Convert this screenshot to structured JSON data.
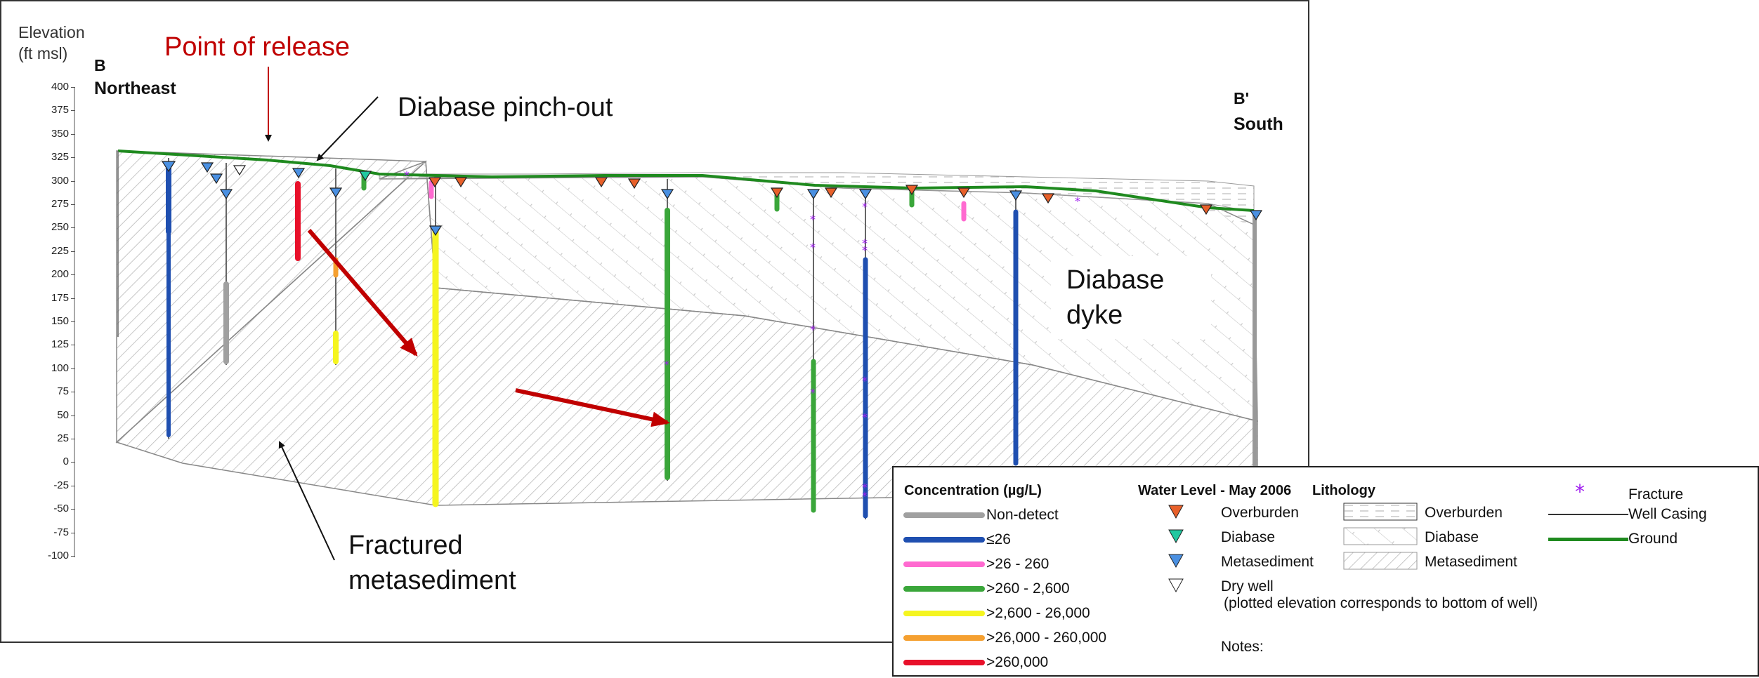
{
  "yaxis": {
    "title_line1": "Elevation",
    "title_line2": "(ft msl)",
    "ticks": [
      "400",
      "375",
      "350",
      "325",
      "300",
      "275",
      "250",
      "225",
      "200",
      "175",
      "150",
      "125",
      "100",
      "75",
      "50",
      "25",
      "0",
      "-25",
      "-50",
      "-75",
      "-100"
    ]
  },
  "section": {
    "left_letter": "B",
    "left_dir": "Northeast",
    "right_letter": "B'",
    "right_dir": "South"
  },
  "annotations": {
    "release": "Point of release",
    "pinchout": "Diabase pinch-out",
    "dyke_line1": "Diabase",
    "dyke_line2": "dyke",
    "fract_line1": "Fractured",
    "fract_line2": "metasediment"
  },
  "colors": {
    "ground": "#1f8a1f",
    "release": "#c00000",
    "nondetect": "#a0a0a0",
    "c26": "#1f4fb0",
    "c260": "#ff6ad0",
    "c2600": "#3aa63a",
    "c26000": "#f5f520",
    "c260000": "#f5a030",
    "cmax": "#e8102a",
    "wl_overburden": "#e8602a",
    "wl_diabase": "#20c8a0",
    "wl_meta": "#4a90e2",
    "fracture": "#a020f0"
  },
  "legend": {
    "conc": {
      "title": "Concentration (µg/L)",
      "items": [
        {
          "label": "Non-detect",
          "color": "#a0a0a0"
        },
        {
          "label": "≤26",
          "color": "#1f4fb0"
        },
        {
          "label": ">26 - 260",
          "color": "#ff6ad0"
        },
        {
          "label": ">260 - 2,600",
          "color": "#3aa63a"
        },
        {
          "label": ">2,600 - 26,000",
          "color": "#f5f520"
        },
        {
          "label": ">26,000 - 260,000",
          "color": "#f5a030"
        },
        {
          "label": ">260,000",
          "color": "#e8102a"
        }
      ]
    },
    "water": {
      "title": "Water Level - May 2006",
      "overburden": "Overburden",
      "diabase": "Diabase",
      "metasediment": "Metasediment",
      "dry": "Dry well",
      "dry_note": "(plotted elevation corresponds to bottom of well)"
    },
    "litho": {
      "title": "Lithology",
      "overburden": "Overburden",
      "diabase": "Diabase",
      "metasediment": "Metasediment"
    },
    "misc": {
      "fracture": "Fracture",
      "casing": "Well Casing",
      "ground": "Ground"
    },
    "notes": "Notes:"
  }
}
